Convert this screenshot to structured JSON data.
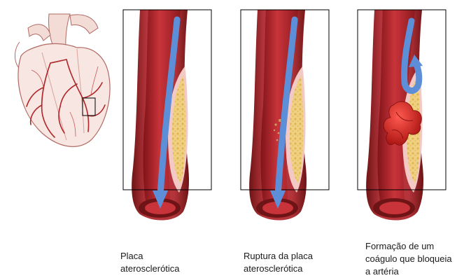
{
  "panels": [
    {
      "caption_lines": [
        "Placa",
        "aterosclerótica"
      ]
    },
    {
      "caption_lines": [
        "Ruptura da placa",
        "aterosclerótica"
      ]
    },
    {
      "caption_lines": [
        "Formação de um",
        "coágulo que bloqueia",
        "a artéria"
      ]
    }
  ],
  "colors": {
    "artery_wall": "#a3282b",
    "artery_wall_dark": "#6e1416",
    "lumen": "#c8343a",
    "lumen_deep": "#8c1a1f",
    "plaque_fill": "#f0d184",
    "plaque_cap": "#f2c9c5",
    "flow_arrow": "#5d8ed8",
    "clot": "#d0201e",
    "heart_outline": "#b06a63",
    "heart_fill": "#f7e6e1",
    "panel_border": "#000000"
  },
  "icons": [
    "heart-illustration",
    "zoom-box-marker",
    "down-flow-arrow",
    "blocked-flow-arrow",
    "blood-clot"
  ]
}
